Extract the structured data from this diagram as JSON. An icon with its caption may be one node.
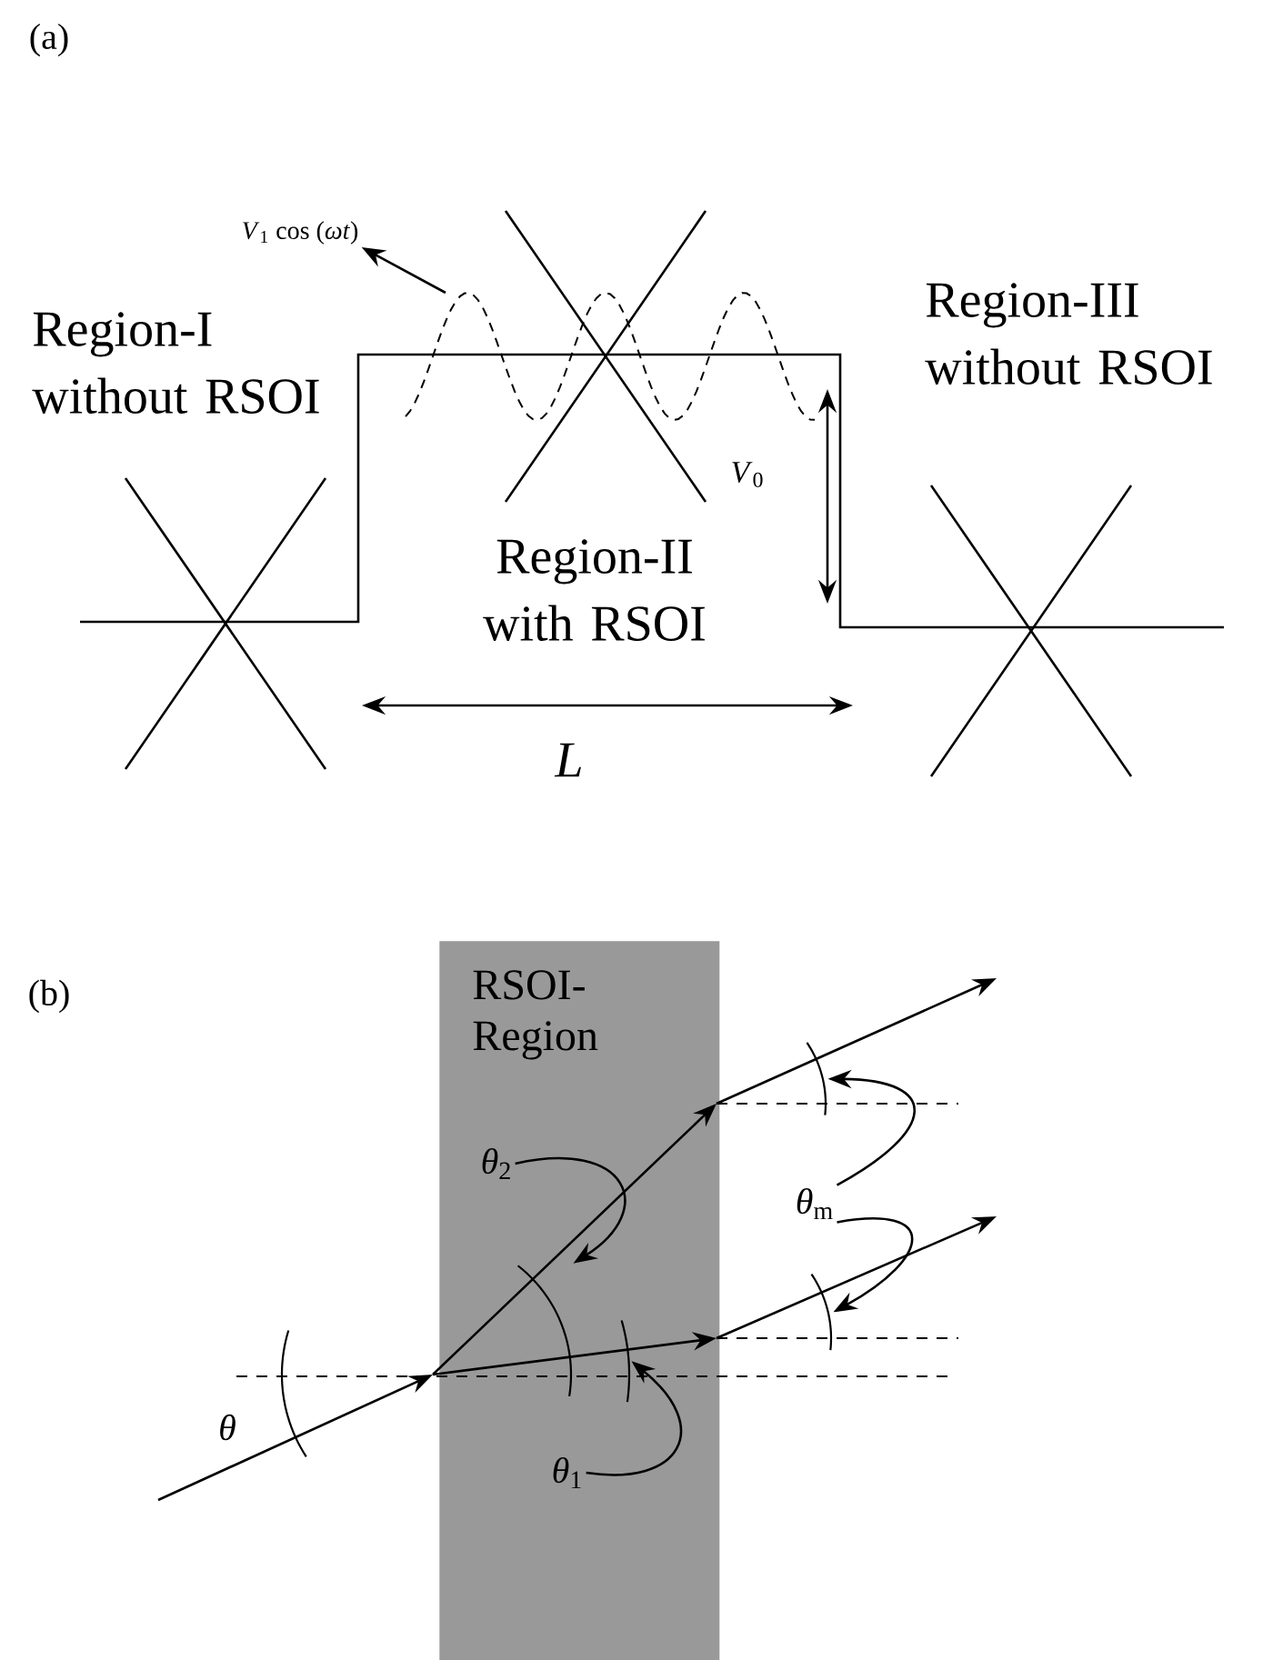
{
  "diagram": {
    "nodes": [
      {
        "text": [
          "RSOI- Region"
        ]
      },
      {
        "text": [
          "*V*$_{1}$ cos (*ωt*)"
        ]
      },
      {
        "text": [
          "*θ*$_{2}$"
        ],
        "in": 0
      },
      {
        "text": [
          "*θ*$_{1}$"
        ],
        "in": 0
      },
      {
        "text": [
          "*θ*$_{m}$"
        ]
      },
      {
        "text": [],
        "shape": "arc"
      },
      {
        "text": [],
        "shape": "arc",
        "in": 0
      },
      {
        "text": [],
        "shape": "arc",
        "in": 0
      },
      {
        "text": [],
        "shape": "arc"
      },
      {
        "text": [],
        "shape": "arc"
      }
    ],
    "edges": [
      {
        "from": null,
        "to": 1,
        "arrow": "to"
      },
      {
        "from": 2,
        "to": 6,
        "arrow": "to"
      },
      {
        "from": 3,
        "to": 7,
        "arrow": "to"
      },
      {
        "from": 4,
        "to": 8,
        "arrow": "to"
      },
      {
        "from": 4,
        "to": 9,
        "arrow": "to"
      }
    ],
    "labels": [
      "(a)",
      "Region-I without RSOI",
      "Region-III without RSOI",
      "*V*$_{0}$",
      "Region-II with RSOI",
      "L",
      "(b)",
      "θ"
    ]
  }
}
